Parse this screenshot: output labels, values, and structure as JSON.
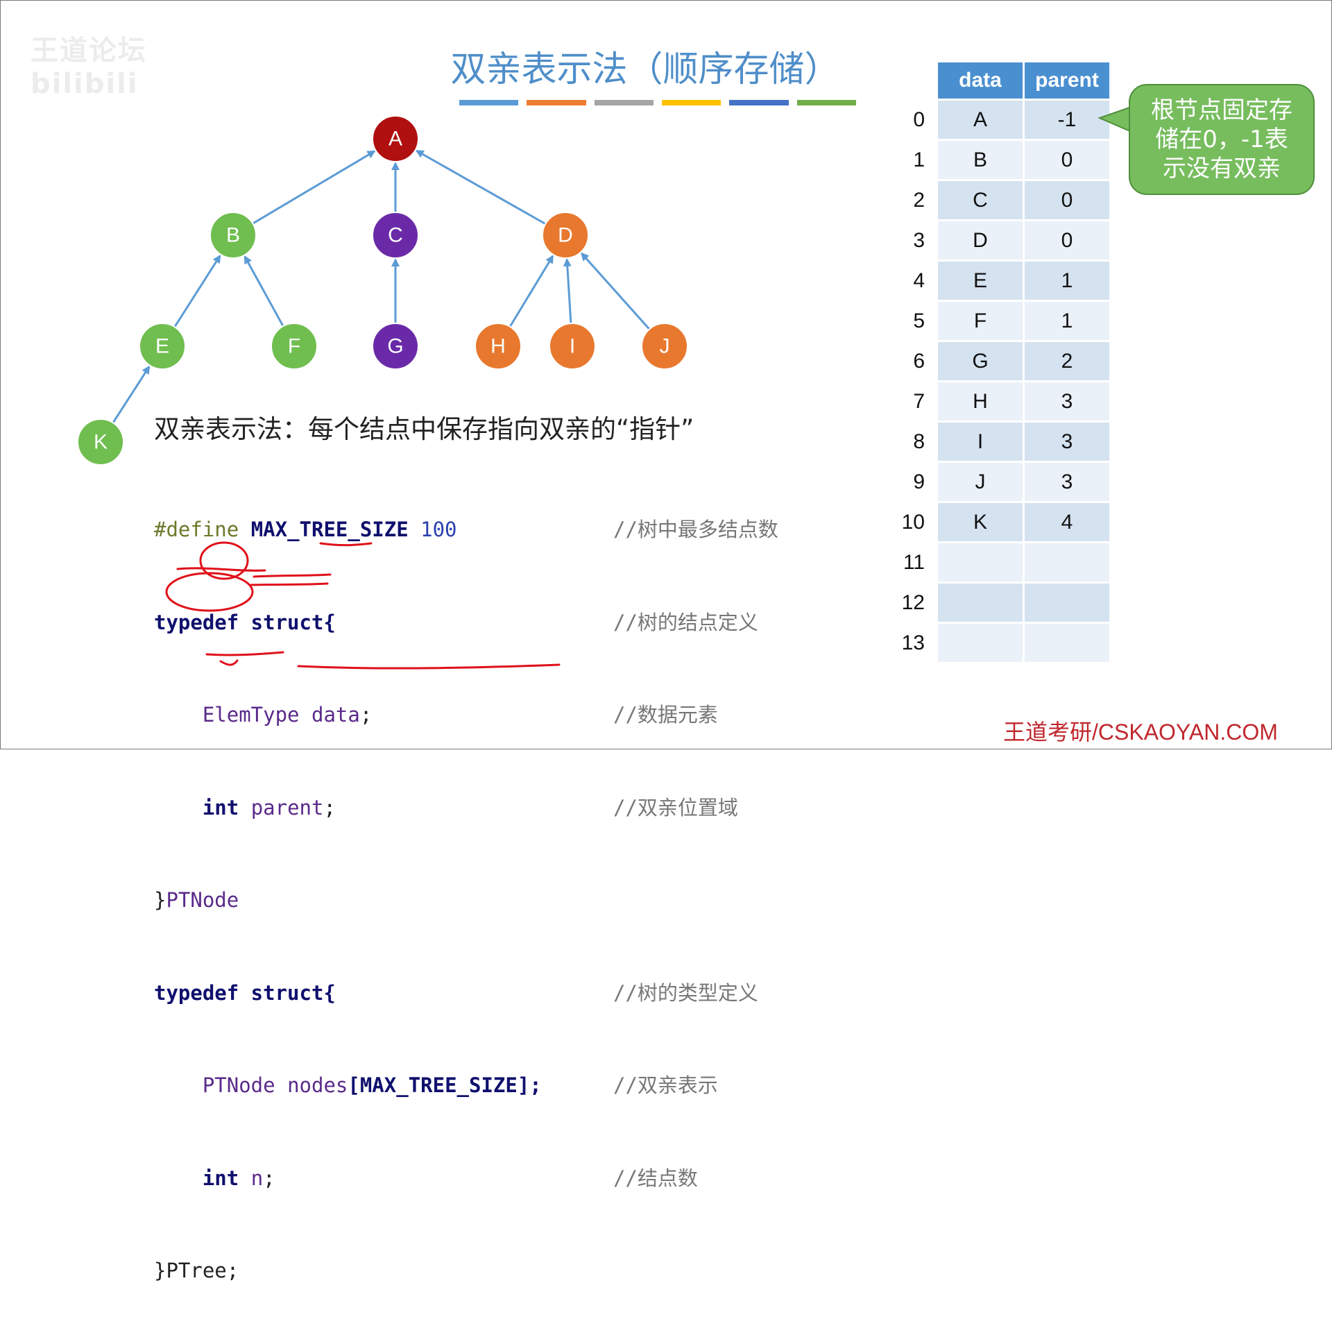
{
  "slide": {
    "title": "双亲表示法（顺序存储）",
    "watermark": "王道论坛 bilibili",
    "brand": "王道考研/CSKAOYAN.COM",
    "title_underline_colors": [
      "#5b9bd5",
      "#ed7d31",
      "#a5a5a5",
      "#ffc000",
      "#4472c4",
      "#70ad47"
    ]
  },
  "tree": {
    "nodes": [
      {
        "label": "A",
        "color": "#b01010"
      },
      {
        "label": "B",
        "color": "#6fbe4f"
      },
      {
        "label": "C",
        "color": "#6a2aa8"
      },
      {
        "label": "D",
        "color": "#e8782e"
      },
      {
        "label": "E",
        "color": "#6fbe4f"
      },
      {
        "label": "F",
        "color": "#6fbe4f"
      },
      {
        "label": "G",
        "color": "#6a2aa8"
      },
      {
        "label": "H",
        "color": "#e8782e"
      },
      {
        "label": "I",
        "color": "#e8782e"
      },
      {
        "label": "J",
        "color": "#e8782e"
      },
      {
        "label": "K",
        "color": "#6fbe4f"
      }
    ],
    "edge_color": "#5b9bd5"
  },
  "description": "双亲表示法：每个结点中保存指向双亲的“指针”",
  "code": {
    "l1_define": "#define",
    "l1_name": "MAX_TREE_SIZE",
    "l1_value": "100",
    "l2": "typedef struct{",
    "l3_type": "ElemType",
    "l3_field": "data",
    "l3_end": ";",
    "l4_type": "int",
    "l4_field": "parent",
    "l4_end": ";",
    "l5_brace": "}",
    "l5_name": "PTNode",
    "l6": "typedef struct{",
    "l7_type": "PTNode",
    "l7_field": "nodes",
    "l7_size": "[MAX_TREE_SIZE];",
    "l8_type": "int",
    "l8_field": "n",
    "l8_end": ";",
    "l9_brace": "}",
    "l9_name": "PTree;"
  },
  "comments": [
    "//树中最多结点数",
    "//树的结点定义",
    "//数据元素",
    "//双亲位置域",
    "",
    "//树的类型定义",
    "//双亲表示",
    "//结点数",
    ""
  ],
  "table": {
    "headers": [
      "data",
      "parent"
    ],
    "rows": [
      {
        "index": "0",
        "data": "A",
        "parent": "-1"
      },
      {
        "index": "1",
        "data": "B",
        "parent": "0"
      },
      {
        "index": "2",
        "data": "C",
        "parent": "0"
      },
      {
        "index": "3",
        "data": "D",
        "parent": "0"
      },
      {
        "index": "4",
        "data": "E",
        "parent": "1"
      },
      {
        "index": "5",
        "data": "F",
        "parent": "1"
      },
      {
        "index": "6",
        "data": "G",
        "parent": "2"
      },
      {
        "index": "7",
        "data": "H",
        "parent": "3"
      },
      {
        "index": "8",
        "data": "I",
        "parent": "3"
      },
      {
        "index": "9",
        "data": "J",
        "parent": "3"
      },
      {
        "index": "10",
        "data": "K",
        "parent": "4"
      },
      {
        "index": "11",
        "data": "",
        "parent": ""
      },
      {
        "index": "12",
        "data": "",
        "parent": ""
      },
      {
        "index": "13",
        "data": "",
        "parent": ""
      }
    ]
  },
  "callout": {
    "lines": [
      "根节点固定存",
      "储在0，-1表",
      "示没有双亲"
    ],
    "color": "#77bd5e"
  },
  "annotation_color": "#e0101a"
}
